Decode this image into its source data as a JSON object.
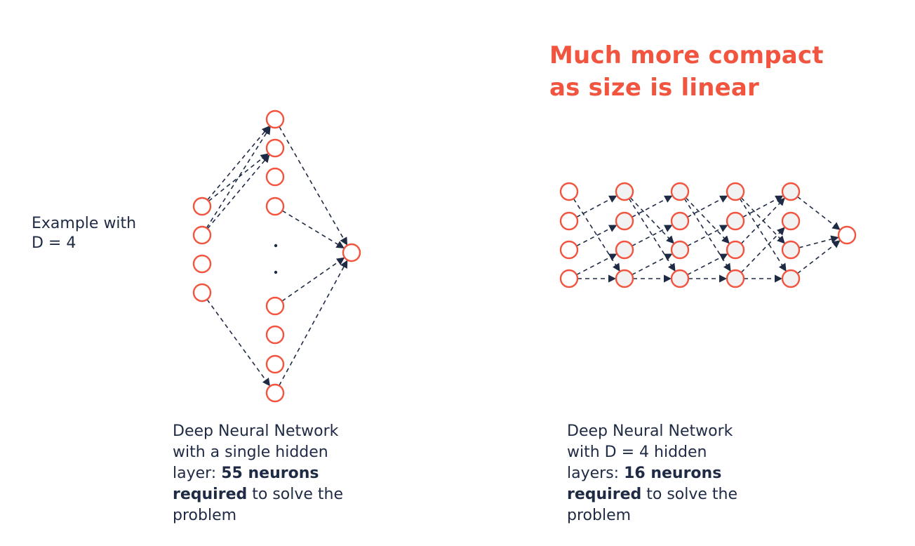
{
  "headline": {
    "line1": "Much more compact",
    "line2": "as size is linear"
  },
  "example_label": {
    "line1": "Example with",
    "line2": "D = 4"
  },
  "left_caption": {
    "line1": "Deep Neural Network",
    "line2": "with a single hidden",
    "line3_pre": "layer: ",
    "line3_bold": "55 neurons",
    "line4_bold": "required",
    "line4_post": " to solve the",
    "line5": "problem"
  },
  "right_caption": {
    "line1": "Deep Neural Network",
    "line2": "with D = 4 hidden",
    "line3_pre": "layers: ",
    "line3_bold": "16 neurons",
    "line4_bold": "required",
    "line4_post": " to solve the",
    "line5": "problem"
  },
  "colors": {
    "neuron_stroke": "#f2553f",
    "hidden_fill": "#f2f2f2",
    "edge": "#1f2a44",
    "headline": "#f2553f",
    "text": "#1f2a44"
  }
}
